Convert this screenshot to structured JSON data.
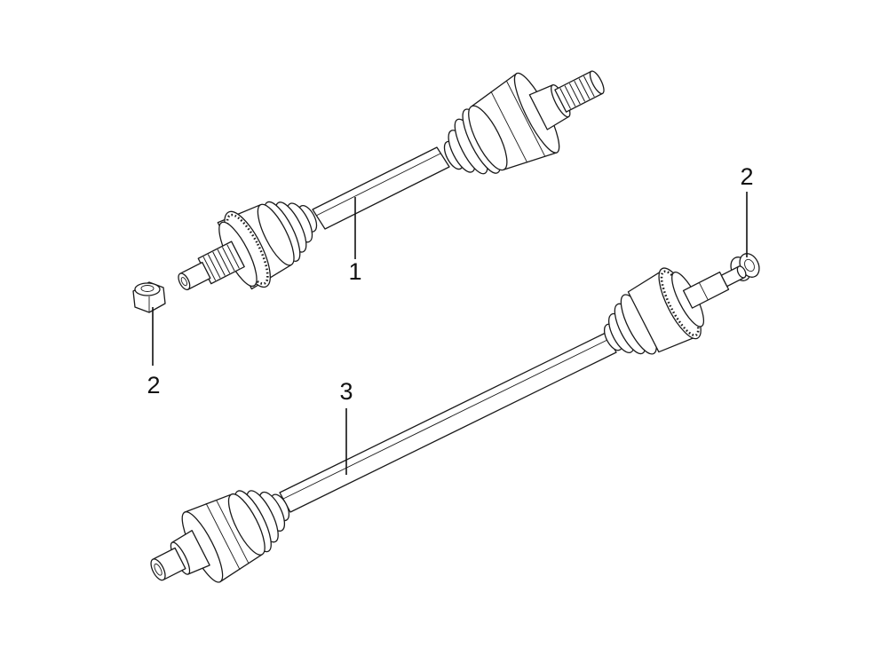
{
  "callouts": {
    "shaft_upper": "1",
    "nut_left": "2",
    "nut_right": "2",
    "shaft_lower": "3"
  },
  "colors": {
    "background": "#ffffff",
    "line": "#1a1a1a"
  }
}
